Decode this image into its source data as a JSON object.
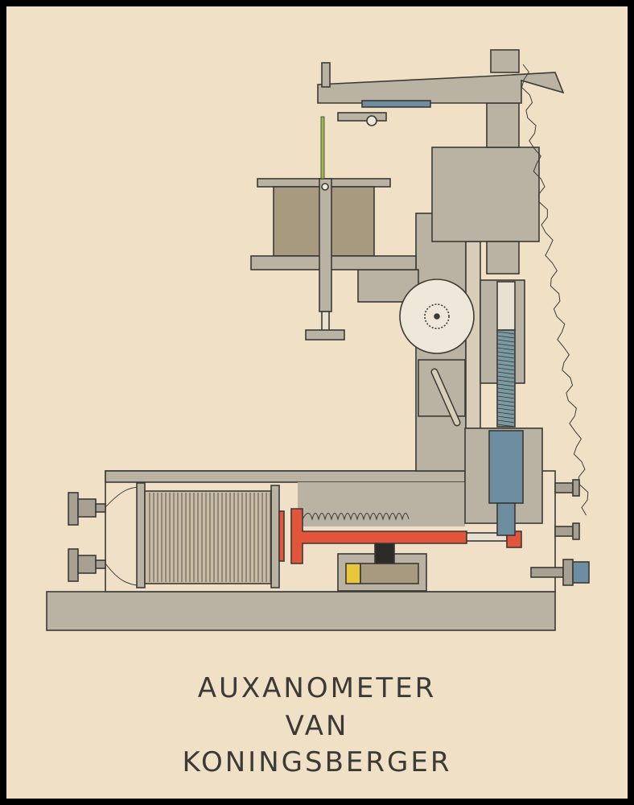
{
  "title": {
    "line1": "AUXANOMETER",
    "line2": "VAN",
    "line3": "KONINGSBERGER"
  },
  "colors": {
    "paper": "#f0e0c6",
    "metal": "#b8b0a1",
    "outline": "#3b3a36",
    "lever": "#e2553a",
    "block": "#6d8ea0",
    "pot": "#a89a7e",
    "yellow": "#e8c83a",
    "stem": "#9bb84a"
  }
}
